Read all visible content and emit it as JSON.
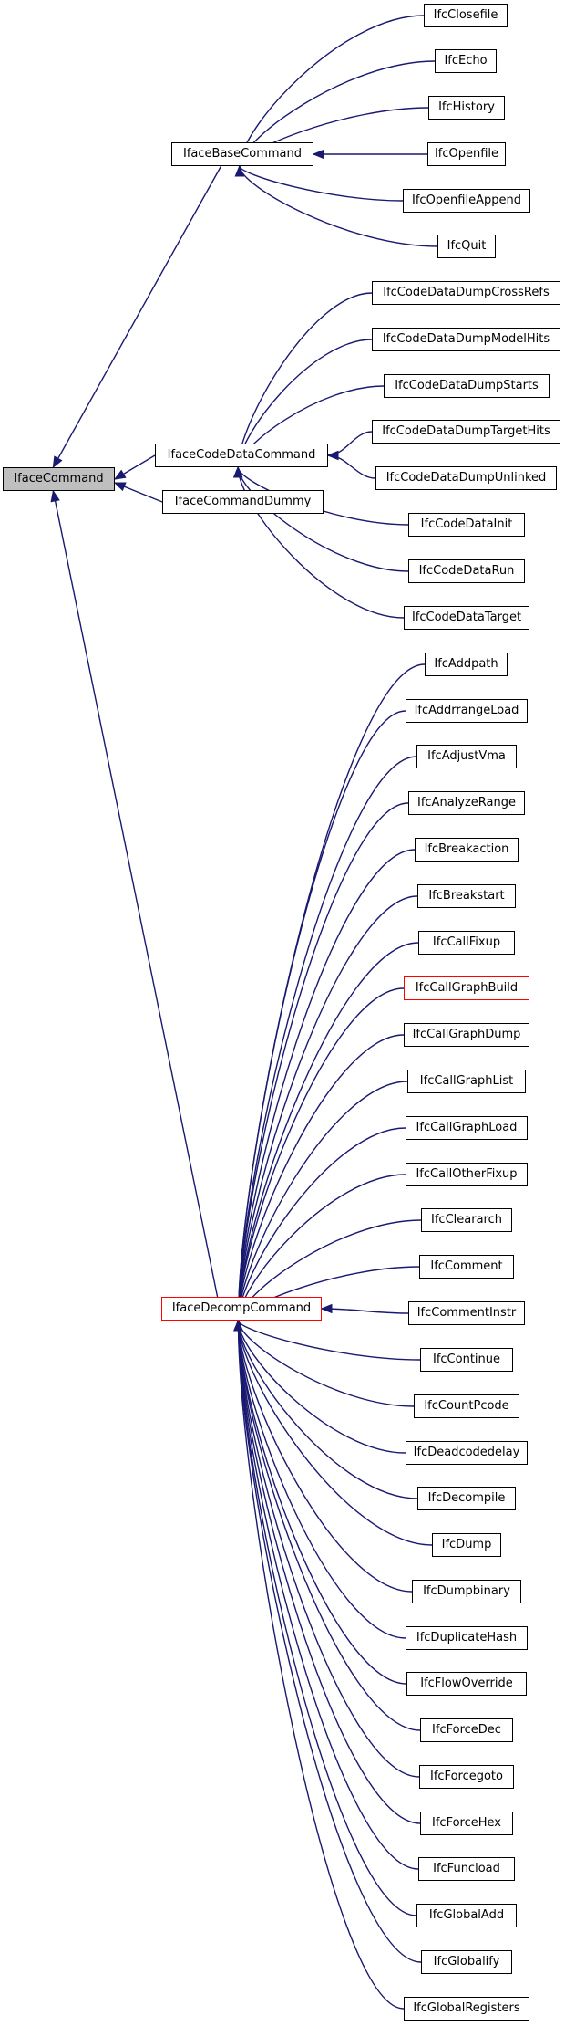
{
  "nodes": {
    "root": "IfaceCommand",
    "base": "IfaceBaseCommand",
    "codedata": "IfaceCodeDataCommand",
    "dummy": "IfaceCommandDummy",
    "decomp": "IfaceDecompCommand",
    "base_children": [
      "IfcClosefile",
      "IfcEcho",
      "IfcHistory",
      "IfcOpenfile",
      "IfcOpenfileAppend",
      "IfcQuit"
    ],
    "codedata_children": [
      "IfcCodeDataDumpCrossRefs",
      "IfcCodeDataDumpModelHits",
      "IfcCodeDataDumpStarts",
      "IfcCodeDataDumpTargetHits",
      "IfcCodeDataDumpUnlinked",
      "IfcCodeDataInit",
      "IfcCodeDataRun",
      "IfcCodeDataTarget"
    ],
    "decomp_children": [
      "IfcAddpath",
      "IfcAddrrangeLoad",
      "IfcAdjustVma",
      "IfcAnalyzeRange",
      "IfcBreakaction",
      "IfcBreakstart",
      "IfcCallFixup",
      "IfcCallGraphBuild",
      "IfcCallGraphDump",
      "IfcCallGraphList",
      "IfcCallGraphLoad",
      "IfcCallOtherFixup",
      "IfcCleararch",
      "IfcComment",
      "IfcCommentInstr",
      "IfcContinue",
      "IfcCountPcode",
      "IfcDeadcodedelay",
      "IfcDecompile",
      "IfcDump",
      "IfcDumpbinary",
      "IfcDuplicateHash",
      "IfcFlowOverride",
      "IfcForceDec",
      "IfcForcegoto",
      "IfcForceHex",
      "IfcFuncload",
      "IfcGlobalAdd",
      "IfcGlobalify",
      "IfcGlobalRegisters"
    ]
  },
  "highlighted": [
    "IfaceDecompCommand",
    "IfcCallGraphBuild"
  ],
  "colors": {
    "edge": "#191970",
    "root_fill": "#bfbfbf",
    "highlight_border": "#ff0000",
    "border": "#000000"
  }
}
